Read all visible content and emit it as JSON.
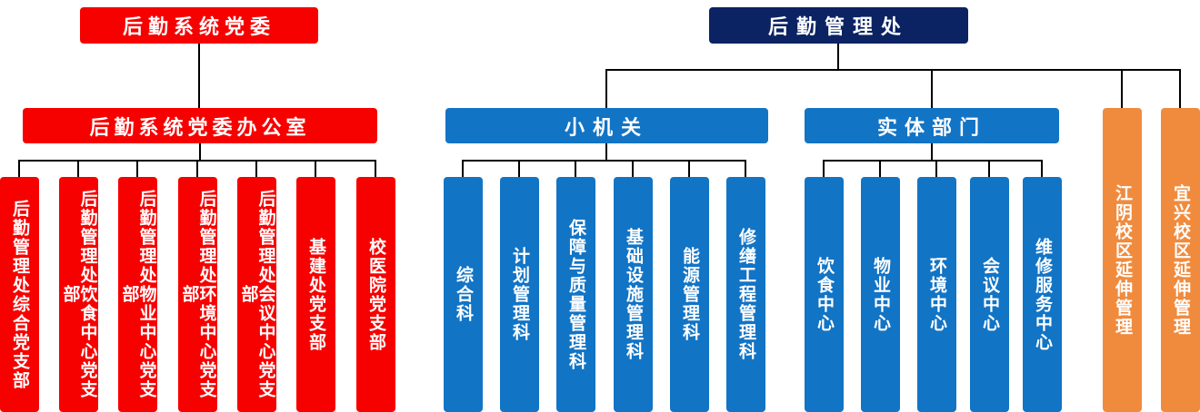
{
  "colors": {
    "red": "#f70000",
    "navy": "#0b2263",
    "blue": "#1274c5",
    "orange": "#f08b3e",
    "line": "#000000",
    "text": "#ffffff"
  },
  "party_tree": {
    "root": "后勤系统党委",
    "office": "后勤系统党委办公室",
    "branches": [
      "后勤管理处综合党支部",
      "后勤管理处饮食中心党支部",
      "后勤管理处物业中心党支部",
      "后勤管理处环境中心党支部",
      "后勤管理处会议中心党支部",
      "基建处党支部",
      "校医院党支部"
    ]
  },
  "admin_tree": {
    "root": "后勤管理处",
    "small_organ": {
      "label": "小机关",
      "children": [
        "综合科",
        "计划管理科",
        "保障与质量管理科",
        "基础设施管理科",
        "能源管理科",
        "修缮工程管理科"
      ]
    },
    "entity_dept": {
      "label": "实体部门",
      "children": [
        "饮食中心",
        "物业中心",
        "环境中心",
        "会议中心",
        "维修服务中心"
      ]
    },
    "extensions": [
      "江阴校区延伸管理",
      "宜兴校区延伸管理"
    ]
  }
}
